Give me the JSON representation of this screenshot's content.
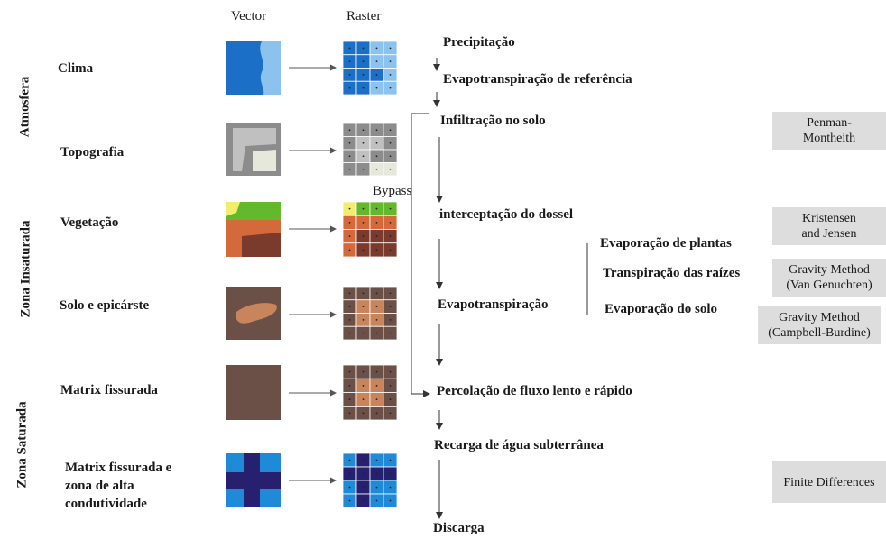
{
  "columns": {
    "vector": "Vector",
    "raster": "Raster"
  },
  "zones": {
    "atmosfera": "Atmosfera",
    "insaturada": "Zona Insaturada",
    "saturada": "Zona Saturada"
  },
  "layers": [
    {
      "line1": "Clima",
      "line2": "",
      "line3": ""
    },
    {
      "line1": "Topografia",
      "line2": "",
      "line3": ""
    },
    {
      "line1": "Vegetação",
      "line2": "",
      "line3": ""
    },
    {
      "line1": "Solo e epicárste",
      "line2": "",
      "line3": ""
    },
    {
      "line1": "Matrix fissurada",
      "line2": "",
      "line3": ""
    },
    {
      "line1": "Matrix fissurada e",
      "line2": "zona de alta",
      "line3": "condutividade"
    }
  ],
  "processes": {
    "precipitacao": "Precipitação",
    "evapo_ref": "Evapotranspiração de referência",
    "infiltracao": "Infiltração no solo",
    "interceptacao": "interceptação do dossel",
    "evapotranspiracao": "Evapotranspiração",
    "evap_plantas": "Evaporação de plantas",
    "transp_raizes": "Transpiração das raízes",
    "evap_solo": "Evaporação do solo",
    "percolacao": "Percolação de fluxo lento e rápido",
    "recarga": "Recarga de água subterrânea",
    "descarga": "Discarga"
  },
  "bypass": "Bypass",
  "methods": {
    "penman_1": "Penman-",
    "penman_2": "Montheith",
    "kristensen_1": "Kristensen",
    "kristensen_2": "and Jensen",
    "gravity_van_1": "Gravity Method",
    "gravity_van_2": "(Van Genuchten)",
    "gravity_camp_1": "Gravity Method",
    "gravity_camp_2": "(Campbell-Burdine)",
    "finite": "Finite Differences"
  },
  "colors": {
    "clima_dark": "#1b6fc6",
    "clima_light": "#8cc2ee",
    "topo_dark": "#8c8c8c",
    "topo_mid": "#c0c0c0",
    "topo_light": "#e6e8dc",
    "veg_yellow": "#f1ee6d",
    "veg_green": "#64b82c",
    "veg_orange": "#d46a3c",
    "veg_brown": "#7a3a2c",
    "solo_brown": "#6b5048",
    "solo_orange": "#c8845a",
    "matrix_brown": "#6b5048",
    "alta_blue": "#1e8ad8",
    "alta_navy": "#26206e",
    "method_bg": "#dddddd"
  }
}
